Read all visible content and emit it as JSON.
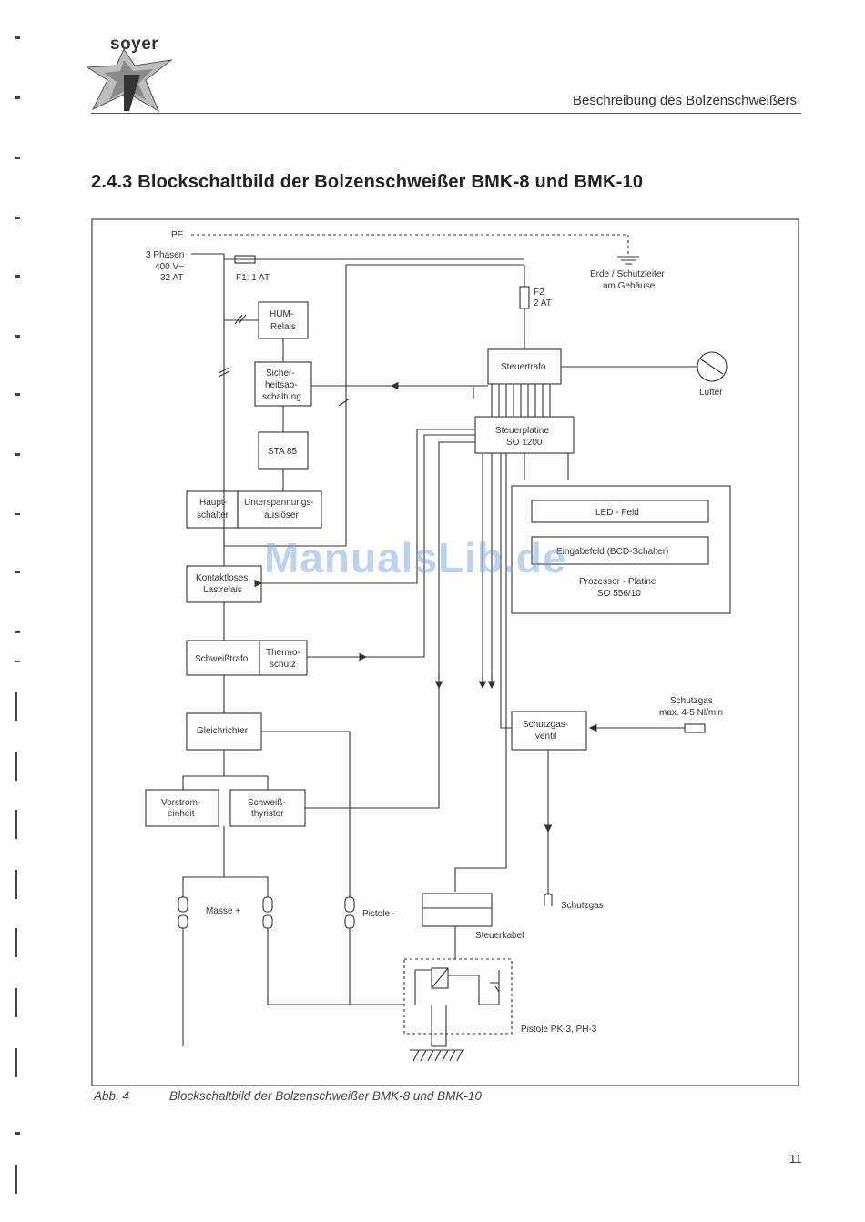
{
  "header": {
    "logo_text": "soyer",
    "section": "Beschreibung des Bolzenschweißers"
  },
  "title": "2.4.3   Blockschaltbild der Bolzenschweißer BMK-8 und BMK-10",
  "diagram": {
    "pe": "PE",
    "supply": [
      "3 Phasen",
      "400 V~",
      "32 AT"
    ],
    "f1": "F1: 1 AT",
    "f2": [
      "F2",
      "2 AT"
    ],
    "earth": [
      "Erde / Schutzleiter",
      "am Gehäuse"
    ],
    "hum_relais": [
      "HUM-",
      "Relais"
    ],
    "sicherheit": [
      "Sicher-",
      "heitsab-",
      "schaltung"
    ],
    "sta": "STA 85",
    "hauptschalter": [
      "Haupt-",
      "schalter"
    ],
    "unterspannung": [
      "Unterspannungs-",
      "auslöser"
    ],
    "lastrelais": [
      "Kontaktloses",
      "Lastrelais"
    ],
    "schweisstrafo": "Schweißtrafo",
    "thermoschutz": [
      "Thermo-",
      "schutz"
    ],
    "gleichrichter": "Gleichrichter",
    "vorstrom": [
      "Vorstrom-",
      "einheit"
    ],
    "thyristor": [
      "Schweiß-",
      "thyristor"
    ],
    "steuertrafo": "Steuertrafo",
    "luefter": "Lüfter",
    "steuerplatine": [
      "Steuerplatine",
      "SO 1200"
    ],
    "led_feld": "LED - Feld",
    "eingabefeld": "Eingabefeld (BCD-Schalter)",
    "prozessor": [
      "Prozessor - Platine",
      "SO 556/10"
    ],
    "schutzgas_in": [
      "Schutzgas",
      "max. 4-5 Nl/min"
    ],
    "schutzgasventil": [
      "Schutzgas-",
      "ventil"
    ],
    "masse": "Masse +",
    "pistole_minus": "Pistole -",
    "schutzgas_out": "Schutzgas",
    "steuerkabel": "Steuerkabel",
    "pistole_pk": "Pistole PK-3, PH-3"
  },
  "watermark": "ManualsLib.de",
  "caption": {
    "label": "Abb. 4",
    "text": "Blockschaltbild der Bolzenschweißer BMK-8 und BMK-10"
  },
  "page_number": "11"
}
